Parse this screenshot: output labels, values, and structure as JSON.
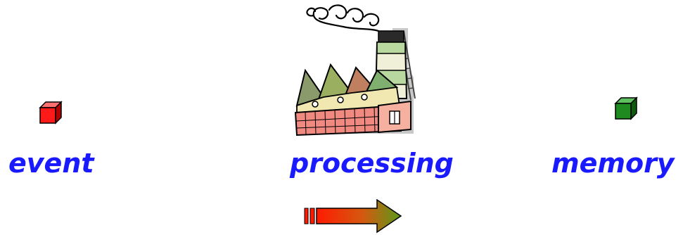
{
  "labels": {
    "event": "event",
    "processing": "processing",
    "memory": "memory"
  },
  "icons": {
    "event": "red-cube-icon",
    "processing": "factory-icon",
    "memory": "green-cube-icon",
    "flow": "right-arrow-icon"
  },
  "colors": {
    "label_text": "#1a1aff",
    "event_cube": "#ff1a1a",
    "memory_cube": "#1f8a1f",
    "arrow_start": "#ff1a00",
    "arrow_end": "#5a9a1a"
  }
}
